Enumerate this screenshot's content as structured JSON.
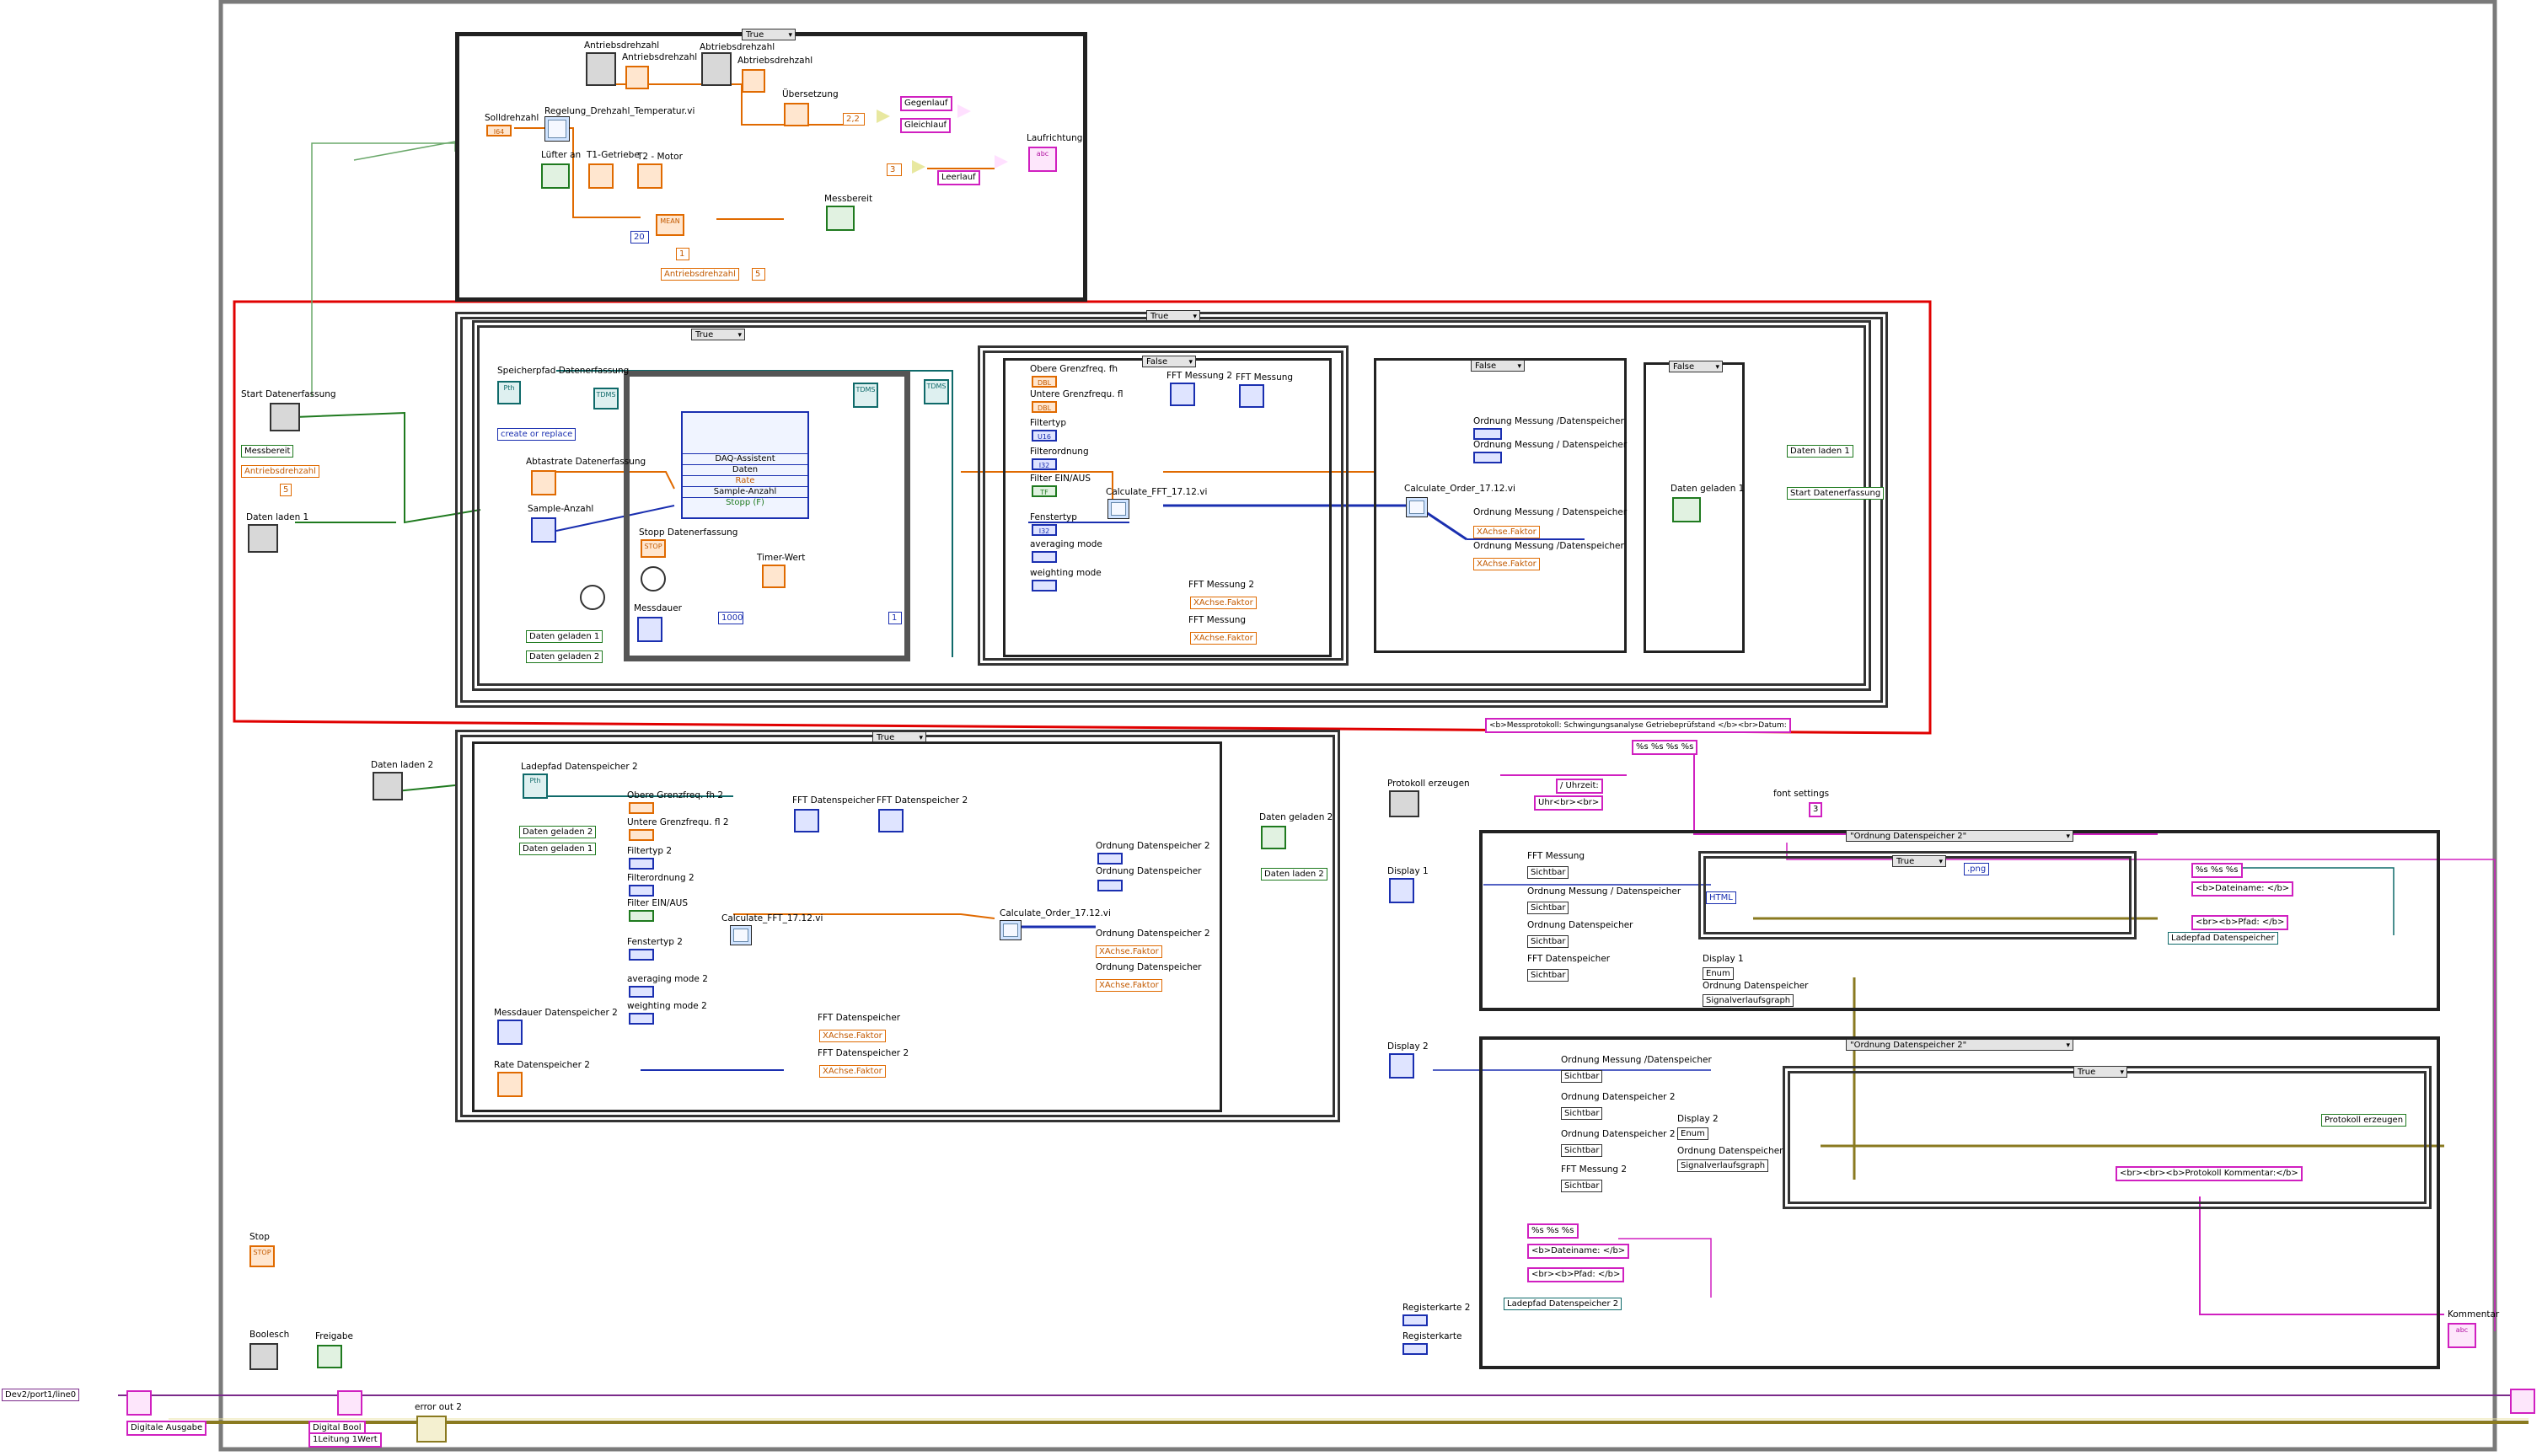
{
  "wire_colors": {
    "boolean": "#1f7a1f",
    "numeric_int": "#1a2fb0",
    "numeric_dbl": "#e06a00",
    "string": "#d020c0",
    "error": "#8a7a20",
    "cluster": "#0f6a6a"
  },
  "case_selectors": {
    "top_case": "True",
    "main_case": "True",
    "inner_case": "True",
    "fft_case": "False",
    "order_case": "False",
    "load_case": "False",
    "bottom_case": "True",
    "report_case1": "\"Ordnung Datenspeicher 2\"",
    "report_case2": "\"Ordnung Datenspeicher 2\"",
    "report_inner1": "True",
    "report_inner2": "True"
  },
  "top": {
    "antriebsdrehzahl_a": "Antriebsdrehzahl",
    "antriebsdrehzahl_b": "Antriebsdrehzahl",
    "abtriebsdrehzahl_a": "Abtriebsdrehzahl",
    "abtriebsdrehzahl_b": "Abtriebsdrehzahl",
    "solldrehzahl": "Solldrehzahl",
    "regelung_vi": "Regelung_Drehzahl_Temperatur.vi",
    "uebersetzung": "Übersetzung",
    "gegenlauf": "Gegenlauf",
    "gleichlauf": "Gleichlauf",
    "leerlauf": "Leerlauf",
    "laufrichtung": "Laufrichtung",
    "luefter": "Lüfter an",
    "t1": "T1-Getriebe",
    "t2": "T2 - Motor",
    "messbereit": "Messbereit",
    "const_22": "2,2",
    "const_3": "3",
    "const_20": "20",
    "const_1": "1",
    "const_5": "5",
    "antriebsdrehzahl_ref": "Antriebsdrehzahl",
    "mean": "MEAN"
  },
  "acq": {
    "start_datenerfassung": "Start Datenerfassung",
    "messbereit_ref": "Messbereit",
    "antriebsdrehzahl_ref": "Antriebsdrehzahl",
    "const_5": "5",
    "daten_laden_1": "Daten laden 1",
    "speicherpfad": "Speicherpfad Datenerfassung",
    "create_replace": "create or replace",
    "abtastrate": "Abtastrate Datenerfassung",
    "sample_anzahl": "Sample-Anzahl",
    "daq_title": "DAQ-Assistent",
    "daq_daten": "Daten",
    "daq_rate": "Rate",
    "daq_sample": "Sample-Anzahl",
    "daq_stopp": "Stopp (F)",
    "stopp": "Stopp Datenerfassung",
    "timer": "Timer-Wert",
    "messdauer": "Messdauer",
    "const_1000": "1000",
    "const_1": "1",
    "daten_geladen_1": "Daten geladen 1",
    "daten_geladen_2": "Daten geladen 2",
    "tdms": "TDMS"
  },
  "fft": {
    "obere": "Obere Grenzfreq. fh",
    "untere": "Untere Grenzfrequ. fl",
    "filtertyp": "Filtertyp",
    "filterordnung": "Filterordnung",
    "filter_ein": "Filter EIN/AUS",
    "fenstertyp": "Fenstertyp",
    "averaging": "averaging mode",
    "weighting": "weighting mode",
    "fft_messung_2": "FFT Messung 2",
    "fft_messung": "FFT Messung",
    "calc_fft": "Calculate_FFT_17.12.vi",
    "fft_messung_2b": "FFT Messung 2",
    "fft_messung_b": "FFT Messung",
    "xachse": "XAchse.Faktor",
    "xachse2": "XAchse.Faktor"
  },
  "order": {
    "calc_order": "Calculate_Order_17.12.vi",
    "ord1": "Ordnung Messung /Datenspeicher",
    "ord2": "Ordnung Messung / Datenspeicher",
    "ord3": "Ordnung Messung / Datenspeicher",
    "ord4": "Ordnung Messung /Datenspeicher",
    "xachse": "XAchse.Faktor",
    "xachse2": "XAchse.Faktor"
  },
  "load": {
    "daten_geladen_1": "Daten geladen 1",
    "daten_laden_1": "Daten laden 1",
    "start": "Start Datenerfassung"
  },
  "bottom": {
    "daten_laden_2": "Daten laden 2",
    "ladepfad": "Ladepfad Datenspeicher 2",
    "daten_geladen_2": "Daten geladen 2",
    "daten_geladen_1": "Daten geladen 1",
    "obere": "Obere Grenzfreq. fh 2",
    "untere": "Untere Grenzfrequ.  fl 2",
    "filtertyp": "Filtertyp 2",
    "filterordnung": "Filterordnung 2",
    "filter_ein": "Filter EIN/AUS",
    "fenstertyp": "Fenstertyp 2",
    "averaging": "averaging mode 2",
    "weighting": "weighting mode 2",
    "fft_ds": "FFT Datenspeicher",
    "fft_ds2": "FFT Datenspeicher 2",
    "calc_fft": "Calculate_FFT_17.12.vi",
    "calc_order": "Calculate_Order_17.12.vi",
    "ord_ds2": "Ordnung Datenspeicher 2",
    "ord_ds": "Ordnung Datenspeicher",
    "ord_ds2b": "Ordnung Datenspeicher 2",
    "ord_dsb": "Ordnung Datenspeicher",
    "xachse": "XAchse.Faktor",
    "xachse2": "XAchse.Faktor",
    "fft_ds_b": "FFT Datenspeicher",
    "fft_ds2_b": "FFT Datenspeicher 2",
    "messdauer": "Messdauer Datenspeicher 2",
    "rate": "Rate Datenspeicher 2",
    "daten_geladen_2b": "Daten geladen 2",
    "daten_laden_2_ref": "Daten laden 2"
  },
  "report": {
    "header_str": "<b>Messprotokoll: Schwingungsanalyse Getriebeprüfstand </b><br>Datum:",
    "fmt1": "%s %s %s %s",
    "uhrzeit": "/ Uhrzeit:",
    "uhr": "Uhr<br><br>",
    "protokoll_erzeugen": "Protokoll erzeugen",
    "font_settings": "font settings",
    "const_3": "3",
    "display1": "Display 1",
    "display2": "Display 2",
    "fft_messung": "FFT Messung",
    "sichtbar": "Sichtbar",
    "ord_mess": "Ordnung Messung / Datenspeicher",
    "ord_ds": "Ordnung Datenspeicher",
    "fft_ds": "FFT Datenspeicher",
    "html": "HTML",
    "png": ".png",
    "display1_enum": "Display 1",
    "enum": "Enum",
    "ord_ds_b": "Ordnung Datenspeicher",
    "signalverlauf": "Signalverlaufsgraph",
    "fmt_s3": "%s %s %s",
    "dateiname": "<b>Dateiname: </b>",
    "ladepfad_ds": "Ladepfad Datenspeicher",
    "ord_mess_ds": "Ordnung Messung /Datenspeicher",
    "ord_ds2": "Ordnung Datenspeicher 2",
    "ord_ds2b": "Ordnung Datenspeicher 2",
    "fft_mess2": "FFT Messung 2",
    "display2_enum": "Display 2",
    "protokoll_kommentar": "<br><br><b>Protokoll Kommentar:</b>",
    "protokoll_erzeugen_ref": "Protokoll erzeugen",
    "fmt_s3b": "%s %s %s",
    "dateiname_b": "<b>Dateiname: </b>",
    "pfad": "<br><b>Pfad: </b>",
    "pfad_b": "<br><b>Pfad: </b>",
    "ladepfad_ds2": "Ladepfad Datenspeicher 2",
    "registerkarte2": "Registerkarte 2",
    "registerkarte": "Registerkarte",
    "kommentar": "Kommentar"
  },
  "misc": {
    "port": "Dev2/port1/line0",
    "digitale_ausgabe": "Digitale Ausgabe",
    "boolesch": "Boolesch",
    "freigabe": "Freigabe",
    "digital_bool": "Digital Bool",
    "leitung": "1Leitung 1Wert",
    "error_out_2": "error out 2",
    "stop": "Stop"
  }
}
